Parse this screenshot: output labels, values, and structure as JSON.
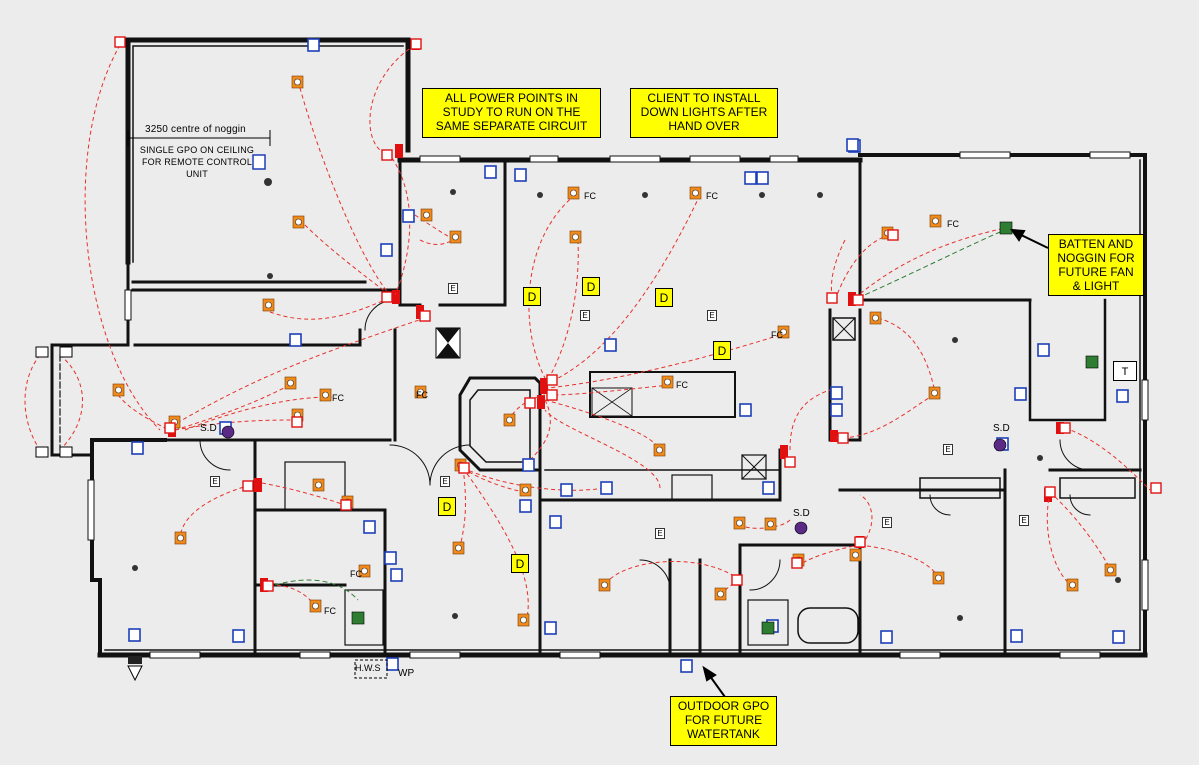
{
  "notes": {
    "study_power": "ALL POWER POINTS IN STUDY TO RUN ON THE SAME SEPARATE CIRCUIT",
    "downlights": "CLIENT TO INSTALL DOWN LIGHTS AFTER HAND OVER",
    "batten": "BATTEN AND NOGGIN FOR FUTURE FAN & LIGHT",
    "outdoor_gpo": "OUTDOOR GPO FOR FUTURE WATERTANK"
  },
  "garage_notes": {
    "dimension": "3250 centre of noggin",
    "gpo_ceiling": "SINGLE GPO ON CEILING FOR REMOTE CONTROL UNIT"
  },
  "labels": {
    "d": "D",
    "e": "E",
    "fc": "FC",
    "sd": "S.D",
    "t": "T",
    "hws": "H.W.S",
    "wp": "WP"
  },
  "colors": {
    "wall": "#111111",
    "circuit": "#e8302a",
    "fan_circuit": "#2e7d32",
    "switch_blue": "#1d3fb8",
    "outlet_orange": "#f08a1c",
    "power_red": "#e01010",
    "note_yellow": "#ffff00",
    "smoke_purple": "#5b2a86"
  }
}
